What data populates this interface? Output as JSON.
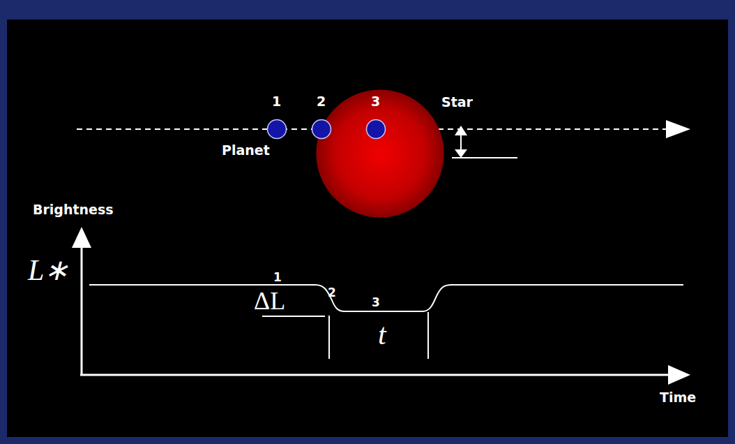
{
  "diagram": {
    "nodes": [
      {
        "text": [
          "1",
          "Planet"
        ]
      },
      {
        "text": [
          "2"
        ]
      },
      {
        "text": [
          "3"
        ]
      },
      {
        "text": [
          "Star"
        ]
      }
    ],
    "labels": [
      "Brightness",
      "L∗",
      "ΔL",
      "1",
      "2",
      "3",
      "t",
      "Time"
    ]
  }
}
